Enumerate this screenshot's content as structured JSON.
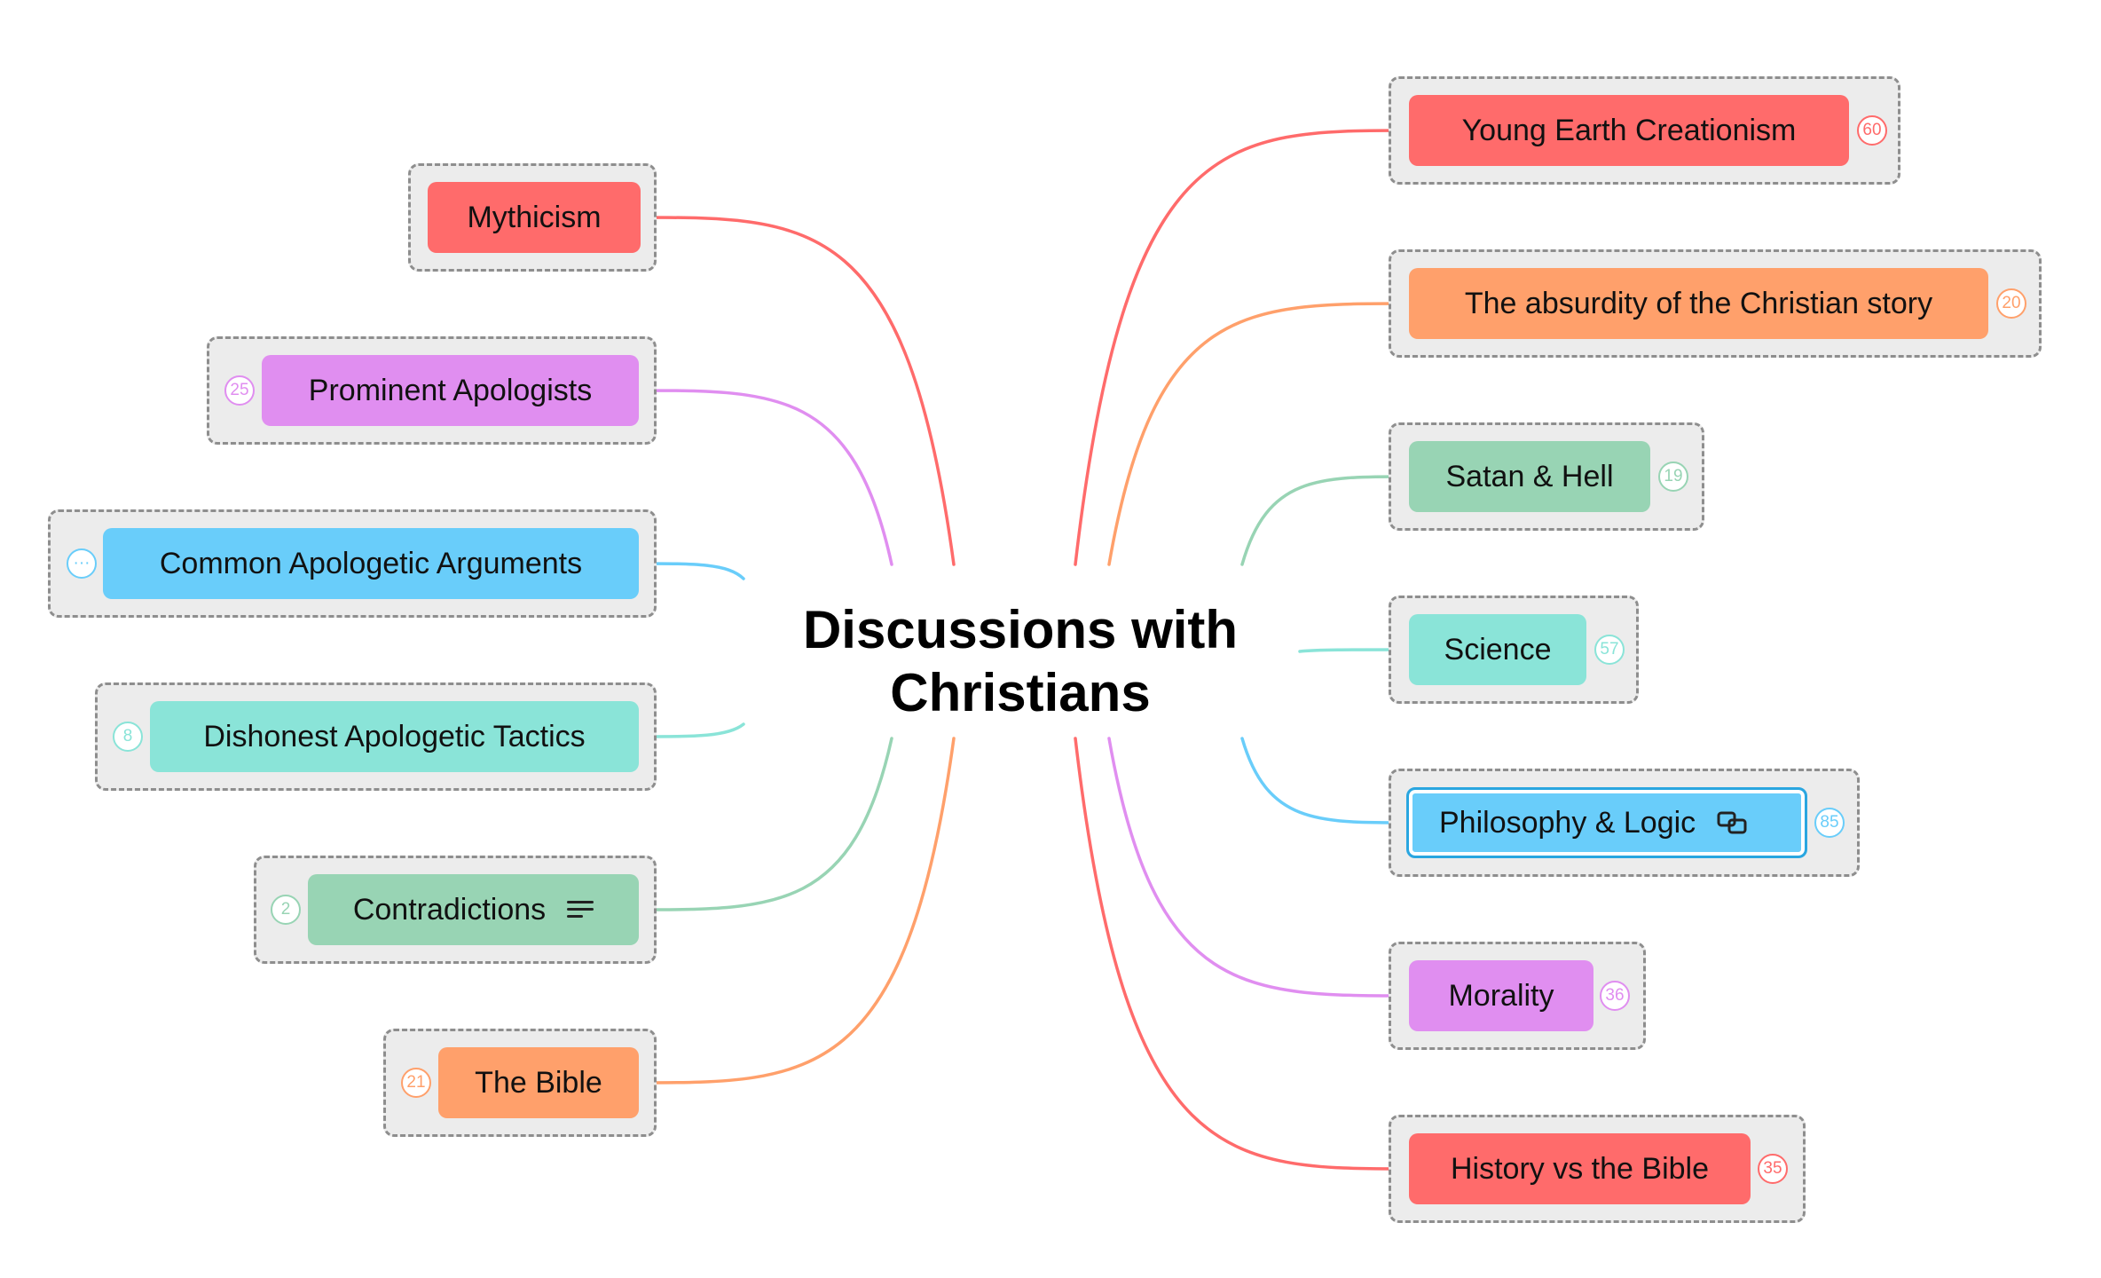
{
  "central_topic": {
    "line1": "Discussions with",
    "line2": "Christians"
  },
  "palette": {
    "red": "#ff6b6b",
    "orange": "#ffa06b",
    "green": "#98d4b4",
    "teal": "#8ae4d8",
    "blue": "#69cdfa",
    "purple": "#e08ef0",
    "frame_fill": "#ececec",
    "frame_border": "#8e8e8e",
    "selected_border": "#2aa6e0"
  },
  "left_topics": [
    {
      "label": "Mythicism",
      "color": "#ff6b6b",
      "count": ""
    },
    {
      "label": "Prominent Apologists",
      "color": "#e08ef0",
      "count": "25"
    },
    {
      "label": "Common Apologetic Arguments",
      "color": "#69cdfa",
      "count": "···"
    },
    {
      "label": "Dishonest Apologetic Tactics",
      "color": "#8ae4d8",
      "count": "8"
    },
    {
      "label": "Contradictions",
      "color": "#98d4b4",
      "count": "2",
      "icon": "notes-icon"
    },
    {
      "label": "The Bible",
      "color": "#ffa06b",
      "count": "21"
    }
  ],
  "right_topics": [
    {
      "label": "Young Earth Creationism",
      "color": "#ff6b6b",
      "count": "60"
    },
    {
      "label": "The absurdity of the Christian story",
      "color": "#ffa06b",
      "count": "20"
    },
    {
      "label": "Satan & Hell",
      "color": "#98d4b4",
      "count": "19"
    },
    {
      "label": "Science",
      "color": "#8ae4d8",
      "count": "57"
    },
    {
      "label": "Philosophy & Logic",
      "color": "#69cdfa",
      "count": "85",
      "icon": "link-icon",
      "selected": true
    },
    {
      "label": "Morality",
      "color": "#e08ef0",
      "count": "36"
    },
    {
      "label": "History vs the Bible",
      "color": "#ff6b6b",
      "count": "35"
    }
  ]
}
